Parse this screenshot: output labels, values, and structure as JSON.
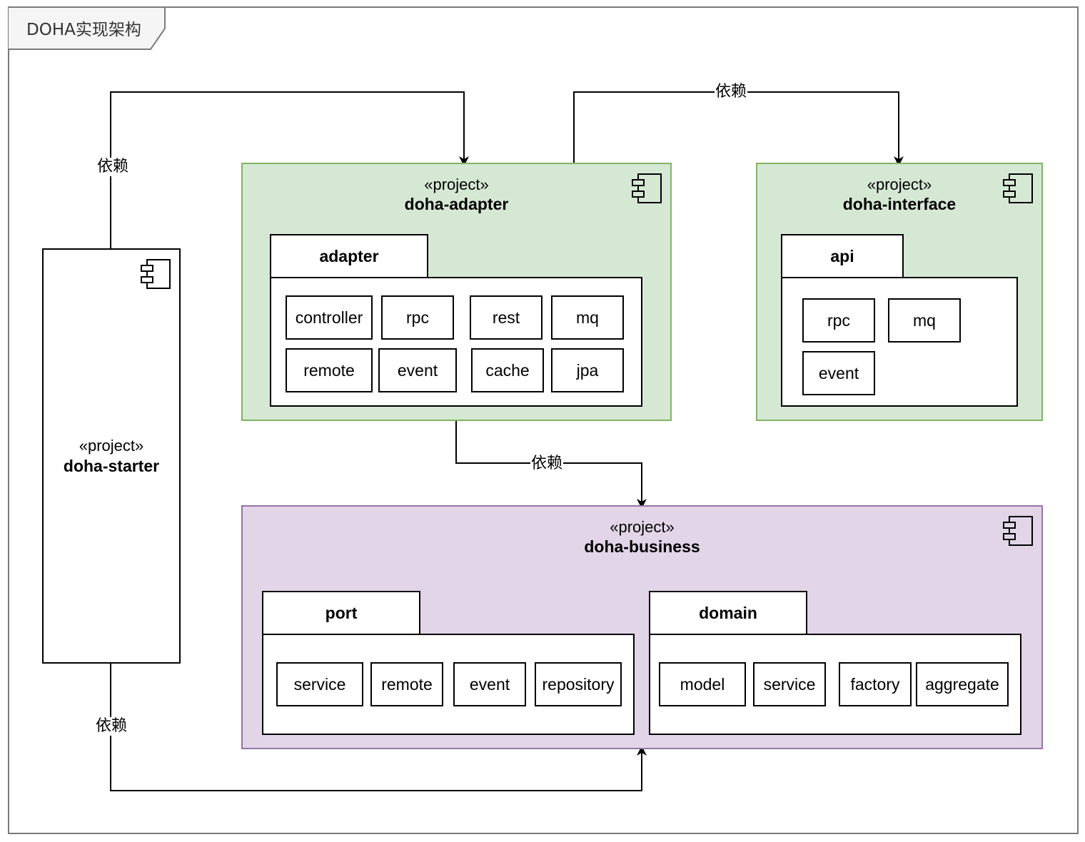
{
  "frame": {
    "title": "DOHA实现架构"
  },
  "components": {
    "adapter": {
      "stereotype": "«project»",
      "name": "doha-adapter",
      "package": {
        "name": "adapter",
        "classes": [
          "controller",
          "rpc",
          "rest",
          "mq",
          "remote",
          "event",
          "cache",
          "jpa"
        ]
      }
    },
    "interface": {
      "stereotype": "«project»",
      "name": "doha-interface",
      "package": {
        "name": "api",
        "classes": [
          "rpc",
          "mq",
          "event"
        ]
      }
    },
    "starter": {
      "stereotype": "«project»",
      "name": "doha-starter"
    },
    "business": {
      "stereotype": "«project»",
      "name": "doha-business",
      "packages": [
        {
          "name": "port",
          "classes": [
            "service",
            "remote",
            "event",
            "repository"
          ]
        },
        {
          "name": "domain",
          "classes": [
            "model",
            "service",
            "factory",
            "aggregate"
          ]
        }
      ]
    }
  },
  "edges": [
    {
      "from": "doha-starter",
      "to": "doha-adapter",
      "label": "依赖"
    },
    {
      "from": "doha-adapter",
      "to": "doha-interface",
      "label": "依赖"
    },
    {
      "from": "doha-adapter",
      "to": "doha-business",
      "label": "依赖"
    },
    {
      "from": "doha-starter",
      "to": "doha-business",
      "label": "依赖"
    }
  ],
  "colors": {
    "project_green_fill": "#d5e8d4",
    "project_green_stroke": "#82b366",
    "project_purple_fill": "#e1d5e7",
    "project_purple_stroke": "#9673a6",
    "frame_stroke": "#7a7a7a"
  }
}
